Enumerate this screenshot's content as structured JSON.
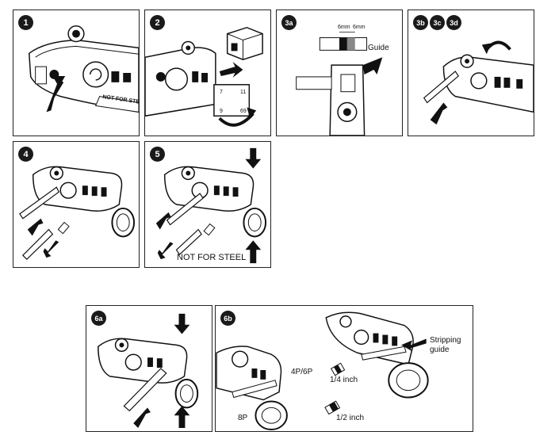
{
  "steps": {
    "s1": {
      "badge": "1"
    },
    "s2": {
      "badge": "2",
      "blade_top_left": "7",
      "blade_top_right": "11",
      "blade_bottom_left": "9",
      "blade_bottom_right": "69"
    },
    "s3a": {
      "badge": "3a",
      "dim_left": "6mm",
      "dim_right": "6mm",
      "guide": "Guide"
    },
    "s3bcd": {
      "badges": [
        "3b",
        "3c",
        "3d"
      ]
    },
    "s4": {
      "badge": "4"
    },
    "s5": {
      "badge": "5",
      "warning": "NOT FOR STEEL"
    },
    "s1_tool": {
      "warning": "NOT FOR STEEL"
    },
    "s6a": {
      "badge": "6a"
    },
    "s6b": {
      "badge": "6b",
      "label_4p6p": "4P/6P",
      "label_8p": "8P",
      "quarter_inch": "1/4 inch",
      "half_inch": "1/2 inch",
      "stripping_guide": "Stripping\nguide"
    }
  },
  "colors": {
    "ink": "#1a1a1a",
    "paper": "#ffffff",
    "shade": "#888888"
  }
}
